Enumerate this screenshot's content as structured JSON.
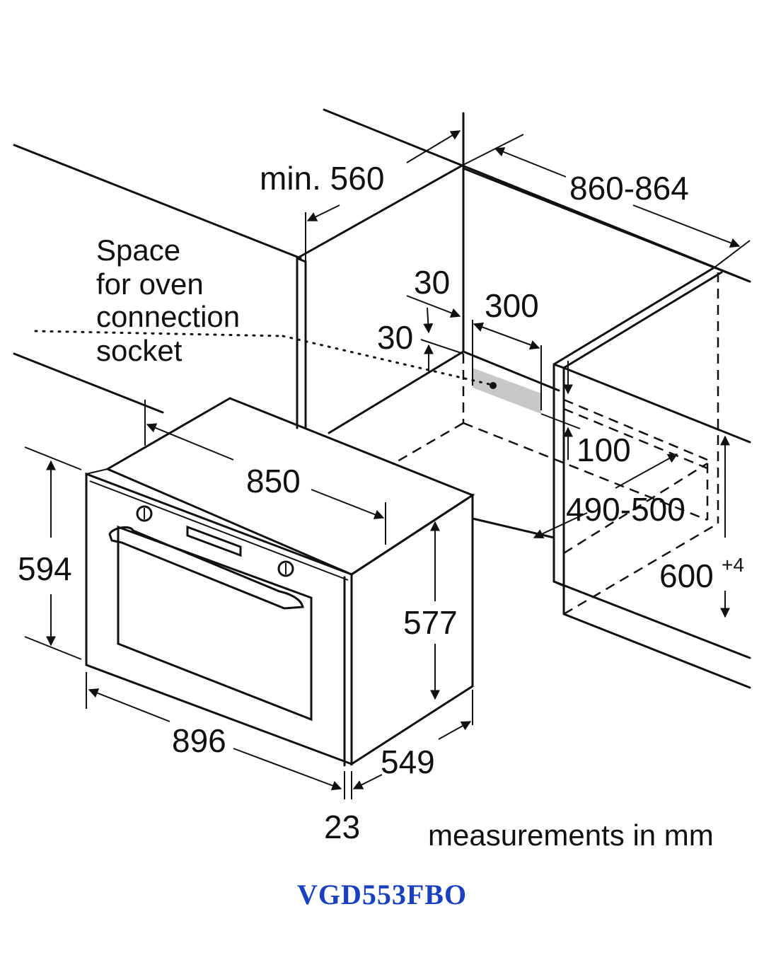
{
  "dimensions": {
    "min_depth": "min. 560",
    "cutout_width": "860-864",
    "socket_offset_top": "30",
    "socket_offset_side": "30",
    "socket_width": "300",
    "socket_height": "100",
    "cutout_depth": "490-500",
    "cutout_height": "600",
    "cutout_height_tolerance": "+4",
    "oven_width_body": "850",
    "oven_height_front": "594",
    "oven_height_body": "577",
    "oven_width_front": "896",
    "oven_depth": "549",
    "front_thickness": "23"
  },
  "notes": {
    "socket_line1": "Space",
    "socket_line2": "for oven",
    "socket_line3": "connection",
    "socket_line4": "socket",
    "units": "measurements in mm"
  },
  "model": {
    "name": "VGD553FBO",
    "color": "#1a3fbf"
  },
  "colors": {
    "line": "#111111",
    "socket_fill": "#c8c8c8"
  }
}
